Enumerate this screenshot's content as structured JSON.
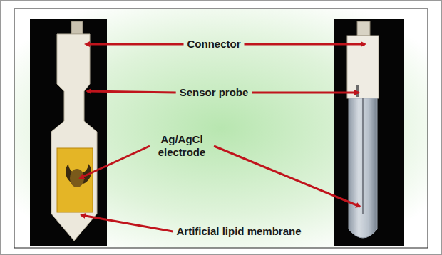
{
  "diagram": {
    "labels": [
      "Connector",
      "Sensor probe",
      "Ag/AgCl electrode",
      "Artificial lipid membrane"
    ]
  }
}
